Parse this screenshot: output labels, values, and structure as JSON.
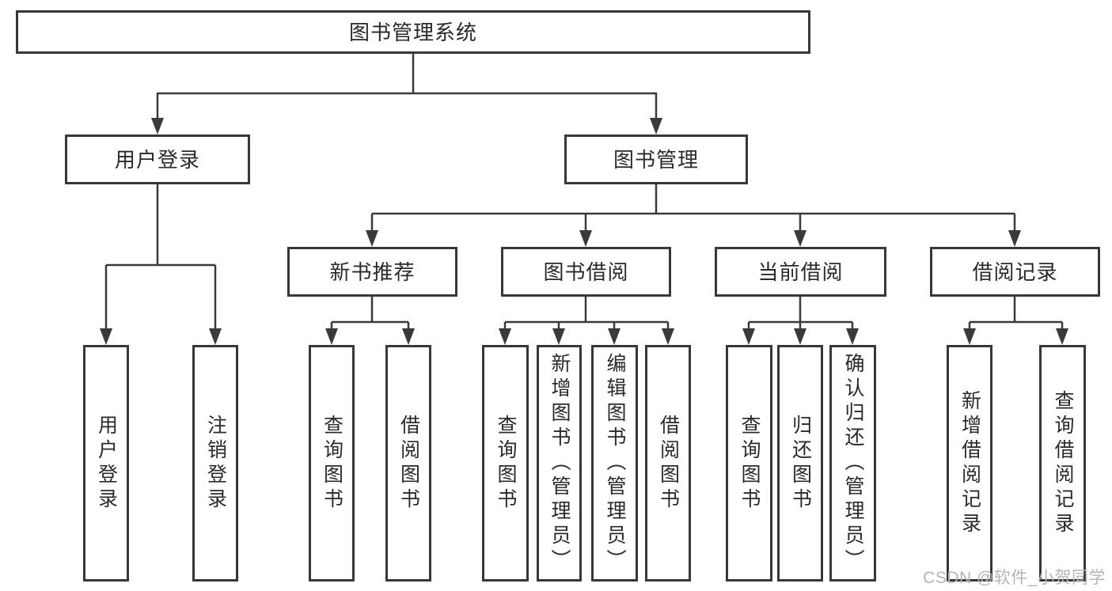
{
  "diagram": {
    "root": {
      "label": "图书管理系统",
      "children": [
        {
          "label": "用户登录",
          "children": [
            {
              "label": "用户登录"
            },
            {
              "label": "注销登录"
            }
          ]
        },
        {
          "label": "图书管理",
          "children": [
            {
              "label": "新书推荐",
              "children": [
                {
                  "label": "查询图书"
                },
                {
                  "label": "借阅图书"
                }
              ]
            },
            {
              "label": "图书借阅",
              "children": [
                {
                  "label": "查询图书"
                },
                {
                  "label": "新增图书（管理员）"
                },
                {
                  "label": "编辑图书（管理员）"
                },
                {
                  "label": "借阅图书"
                }
              ]
            },
            {
              "label": "当前借阅",
              "children": [
                {
                  "label": "查询图书"
                },
                {
                  "label": "归还图书"
                },
                {
                  "label": "确认归还（管理员）"
                }
              ]
            },
            {
              "label": "借阅记录",
              "children": [
                {
                  "label": "新增借阅记录"
                },
                {
                  "label": "查询借阅记录"
                }
              ]
            }
          ]
        }
      ]
    }
  },
  "watermark": {
    "text": "CSDN @软件_小贺同学"
  },
  "colors": {
    "background": "#ffffff",
    "box_border": "#383838",
    "connector_line": "#3a3a3a",
    "text": "#2a2a2a",
    "watermark": "#b5b5b5"
  }
}
